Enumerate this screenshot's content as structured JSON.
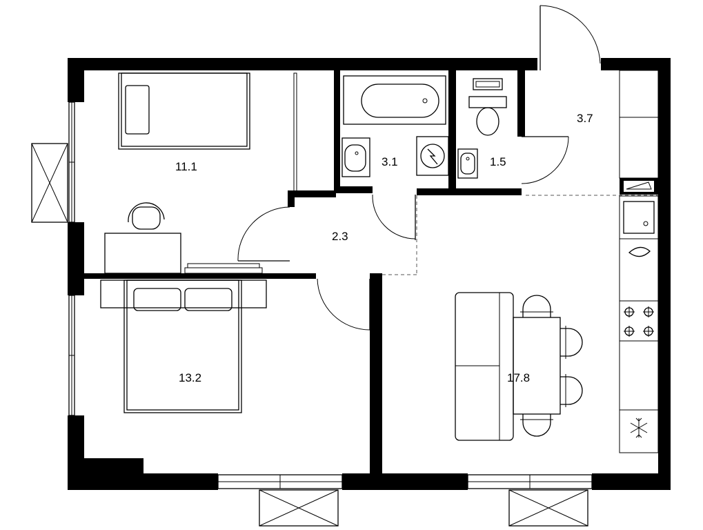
{
  "floor_plan": {
    "rooms": [
      {
        "id": "bedroom-1",
        "area": "11.1"
      },
      {
        "id": "bathroom",
        "area": "3.1"
      },
      {
        "id": "toilet",
        "area": "1.5"
      },
      {
        "id": "entrance-hall",
        "area": "3.7"
      },
      {
        "id": "corridor",
        "area": "2.3"
      },
      {
        "id": "bedroom-2",
        "area": "13.2"
      },
      {
        "id": "kitchen-living",
        "area": "17.8"
      }
    ],
    "icons": [
      "single-bed-icon",
      "double-bed-icon",
      "desk-icon",
      "office-chair-icon",
      "bathtub-icon",
      "washbasin-icon",
      "washing-machine-icon",
      "toilet-icon",
      "sofa-icon",
      "dining-table-icon",
      "chair-icon",
      "kitchen-sink-icon",
      "hob-icon",
      "fridge-icon",
      "balcony-icon",
      "door-icon",
      "window-icon"
    ]
  }
}
